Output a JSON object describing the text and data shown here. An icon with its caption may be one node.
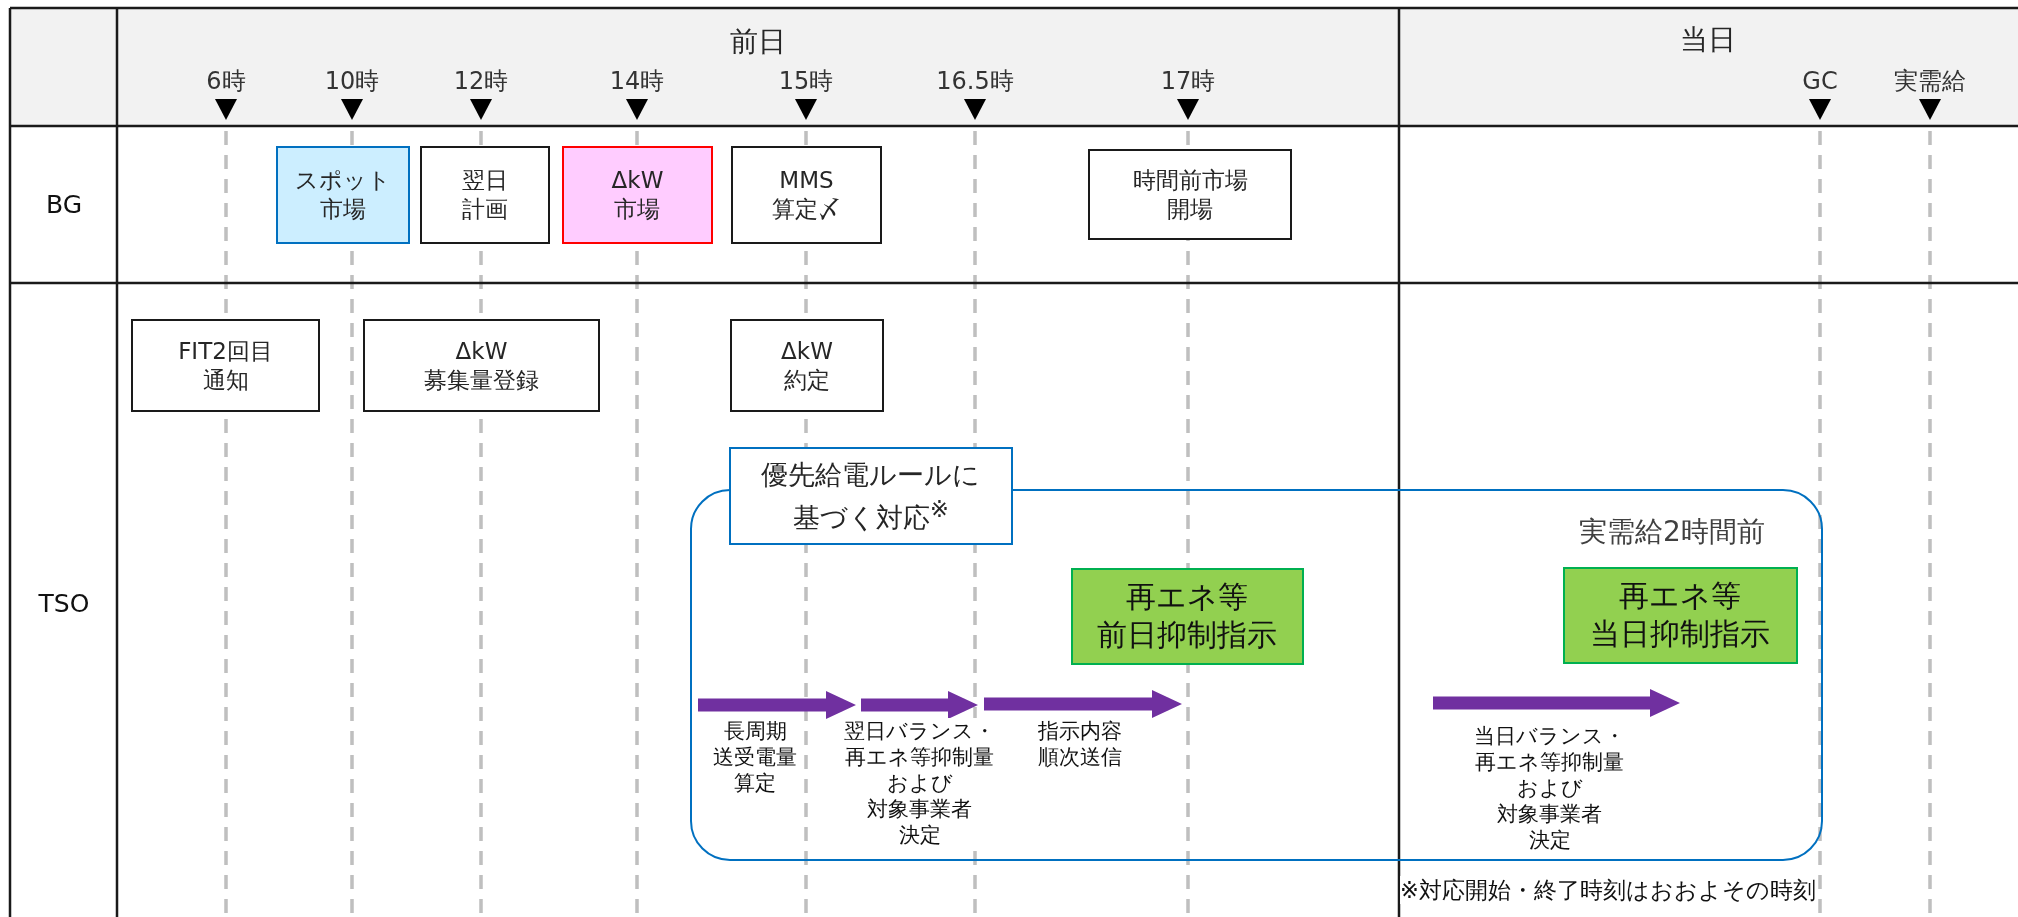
{
  "diagram": {
    "nodes": [
      {
        "text": [
          "スポット市場"
        ]
      },
      {
        "text": [
          "翌日計画"
        ]
      },
      {
        "text": [
          "ΔkW市場"
        ]
      },
      {
        "text": [
          "MMS算定〆"
        ]
      },
      {
        "text": [
          "時間前市場開場"
        ]
      },
      {
        "text": [
          "FIT2回目通知"
        ]
      },
      {
        "text": [
          "ΔkW募集量登録"
        ]
      },
      {
        "text": [
          "ΔkW約定"
        ]
      },
      {
        "text": [
          "優先給電ルールに基づく対応$^{※}$"
        ]
      },
      {
        "text": [],
        "shape": "box"
      },
      {
        "text": [
          "再エネ等前日抑制指示"
        ],
        "in": 9
      },
      {
        "text": [
          "再エネ等当日抑制指示"
        ],
        "in": 9
      }
    ],
    "labels": [
      "前日",
      "当日",
      "6時",
      "10時",
      "12時",
      "14時",
      "15時",
      "16.5時",
      "17時",
      "GC",
      "実需給",
      "BG",
      "TSO",
      "実需給2時間前",
      "長周期送受電量算定",
      "翌日バランス・再エネ等抑制量および対象事業者決定",
      "指示内容順次送信",
      "当日バランス・再エネ等抑制量および対象事業者決定",
      "※対応開始・終了時刻はおおよその時刻"
    ]
  }
}
